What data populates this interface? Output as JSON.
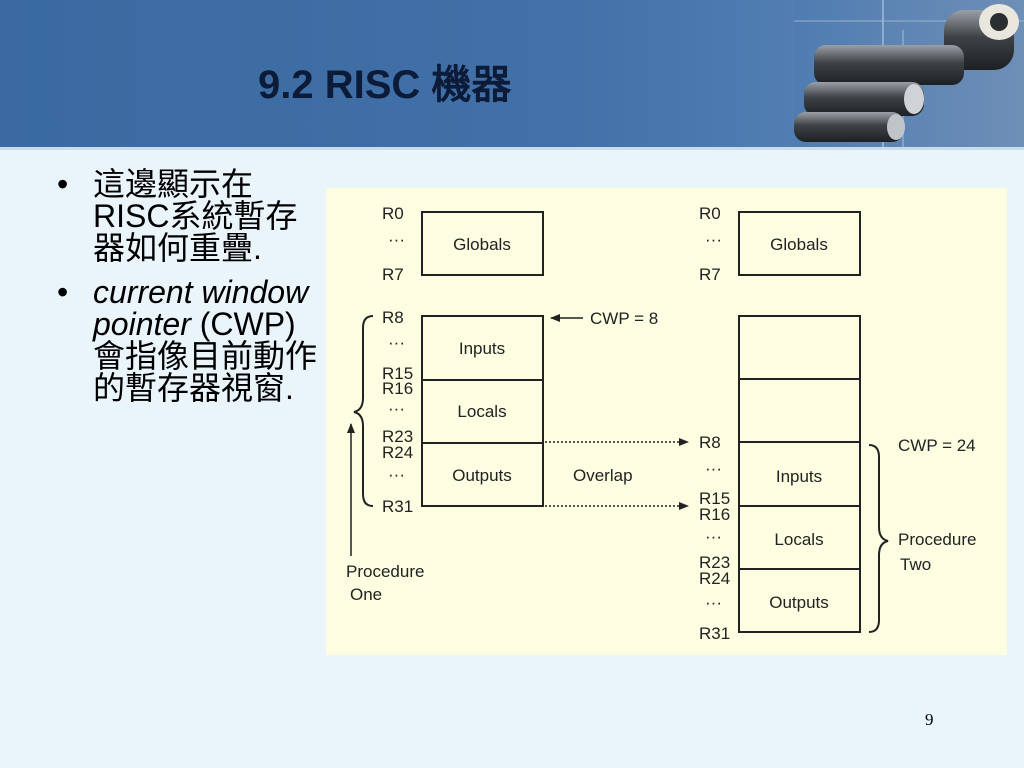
{
  "slide": {
    "title": "9.2 RISC 機器",
    "bullets": [
      {
        "bullet": "•",
        "text": "這邊顯示在RISC系統暫存器如何重疊."
      },
      {
        "bullet": "•",
        "italic": "current window pointer",
        "text": " (CWP) 會指像目前動作的暫存器視窗."
      }
    ],
    "page_number": "9"
  },
  "diagram": {
    "left": {
      "globals": {
        "top": "R0",
        "mid": "···",
        "bottom": "R7",
        "label": "Globals"
      },
      "inputs": {
        "top": "R8",
        "mid": "···",
        "bottom": "R15",
        "label": "Inputs"
      },
      "locals": {
        "top": "R16",
        "mid": "···",
        "bottom": "R23",
        "label": "Locals"
      },
      "outputs": {
        "top": "R24",
        "mid": "···",
        "bottom": "R31",
        "label": "Outputs"
      },
      "cwp": "CWP = 8",
      "procedure": [
        "Procedure",
        "One"
      ]
    },
    "overlap": "Overlap",
    "right": {
      "globals": {
        "top": "R0",
        "mid": "···",
        "bottom": "R7",
        "label": "Globals"
      },
      "inputs": {
        "top": "R8",
        "mid": "···",
        "bottom": "R15",
        "label": "Inputs"
      },
      "locals": {
        "top": "R16",
        "mid": "···",
        "bottom": "R23",
        "label": "Locals"
      },
      "outputs": {
        "top": "R24",
        "mid": "···",
        "bottom": "R31",
        "label": "Outputs"
      },
      "cwp": "CWP = 24",
      "procedure": [
        "Procedure",
        "Two"
      ]
    }
  }
}
